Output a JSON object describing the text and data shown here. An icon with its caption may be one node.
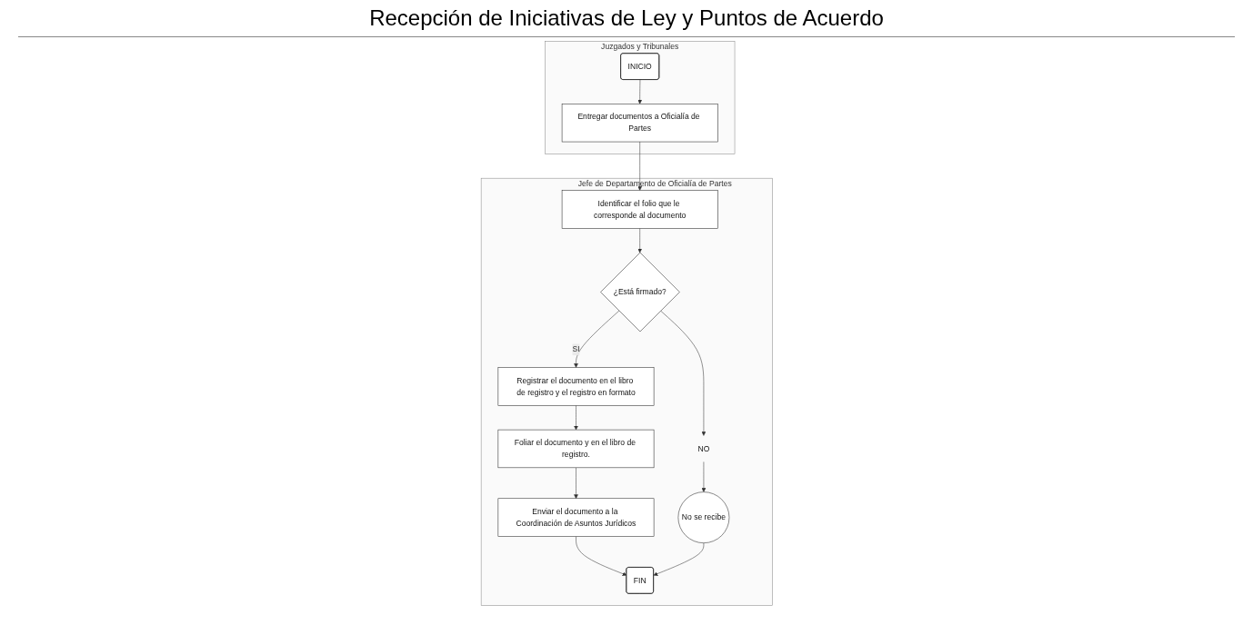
{
  "diagram": {
    "title": "Recepción de Iniciativas de Ley y Puntos de Acuerdo",
    "nodes": [
      {
        "text": [
          "Juzgados y Tribunales"
        ]
      },
      {
        "text": [
          "INICIO"
        ],
        "in": 0
      },
      {
        "text": [
          "Entregar documentos a Oficialía de Partes"
        ],
        "in": 0
      },
      {
        "text": [
          "Jefe de Departamento de Oficialía de Partes"
        ]
      },
      {
        "text": [
          "Identificar el folio que le corresponde al documento"
        ],
        "in": 3
      },
      {
        "text": [
          "¿Está firmado?"
        ],
        "in": 3
      },
      {
        "text": [
          "NO"
        ],
        "in": 3
      },
      {
        "text": [
          "No se recibe"
        ],
        "in": 3
      },
      {
        "text": [
          "Registrar el documento en el libro de registro y el registro en formato"
        ],
        "in": 3
      },
      {
        "text": [
          "Foliar el documento y en el libro de registro."
        ],
        "in": 3
      },
      {
        "text": [
          "Enviar el documento a la Coordinación de Asuntos Jurídicos"
        ],
        "in": 3
      },
      {
        "text": [
          "FIN"
        ],
        "in": 3
      }
    ],
    "edges": [
      {
        "from": 1,
        "to": 2,
        "arrow": "to"
      },
      {
        "from": 2,
        "to": 4,
        "arrow": "to"
      },
      {
        "from": 4,
        "to": 5,
        "arrow": "to"
      },
      {
        "from": 5,
        "to": 6,
        "arrow": "to"
      },
      {
        "from": 6,
        "to": 7,
        "arrow": "to"
      },
      {
        "from": 5,
        "to": 8,
        "arrow": "to",
        "label": "SI"
      },
      {
        "from": 8,
        "to": 9,
        "arrow": "to"
      },
      {
        "from": 9,
        "to": 10,
        "arrow": "to"
      },
      {
        "from": 10,
        "to": 11,
        "arrow": "to"
      },
      {
        "from": 7,
        "to": 11,
        "arrow": "to"
      }
    ]
  }
}
